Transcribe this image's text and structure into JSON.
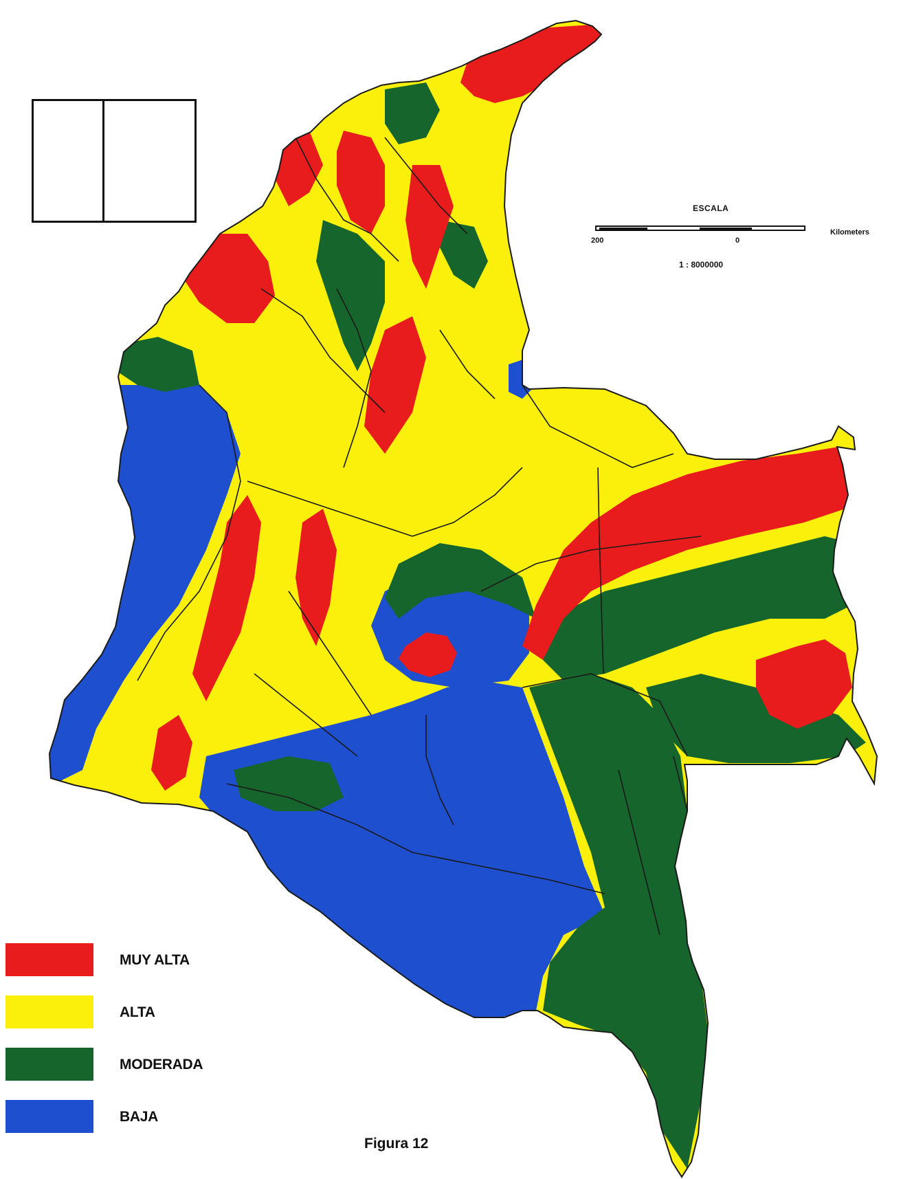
{
  "colors": {
    "muy_alta": "#e81c1c",
    "alta": "#fbf00c",
    "moderada": "#16652c",
    "baja": "#1e4fcf",
    "boundary": "#1a1a1a"
  },
  "scale": {
    "title": "ESCALA",
    "tick_left": "200",
    "tick_center": "0",
    "unit": "Kilometers",
    "ratio": "1 : 8000000"
  },
  "legend": [
    {
      "label": "MUY ALTA",
      "color": "#e81c1c"
    },
    {
      "label": "ALTA",
      "color": "#fbf00c"
    },
    {
      "label": "MODERADA",
      "color": "#16652c"
    },
    {
      "label": "BAJA",
      "color": "#1e4fcf"
    }
  ],
  "caption": "Figura 12"
}
